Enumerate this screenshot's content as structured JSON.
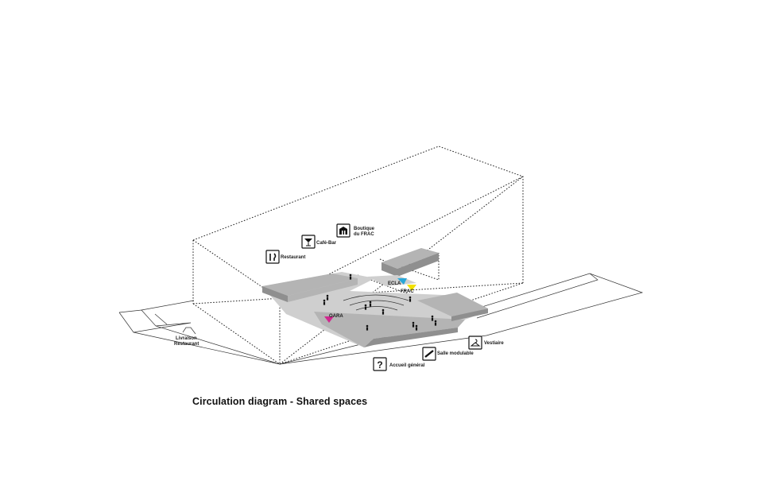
{
  "caption": "Circulation diagram - Shared spaces",
  "labels": {
    "restaurant": "Restaurant",
    "cafe_bar": "Café-Bar",
    "boutique_line1": "Boutique",
    "boutique_line2": "du FRAC",
    "livraison_line1": "Livraison",
    "livraison_line2": "Restaurant",
    "accueil": "Accueil général",
    "salle": "Salle modulable",
    "vestiaire": "Vestiaire",
    "ecla": "ECLA",
    "frac": "FRAC",
    "oara": "OARA"
  },
  "icons": {
    "restaurant": "fork-knife-icon",
    "cafe_bar": "cocktail-glass-icon",
    "boutique": "shop-icon",
    "accueil": "question-mark-icon",
    "salle": "ramp-icon",
    "vestiaire": "hanger-icon",
    "question_glyph": "?"
  },
  "colors": {
    "ecla": "#2aa7d8",
    "frac": "#f2e000",
    "oara": "#d0288f"
  }
}
